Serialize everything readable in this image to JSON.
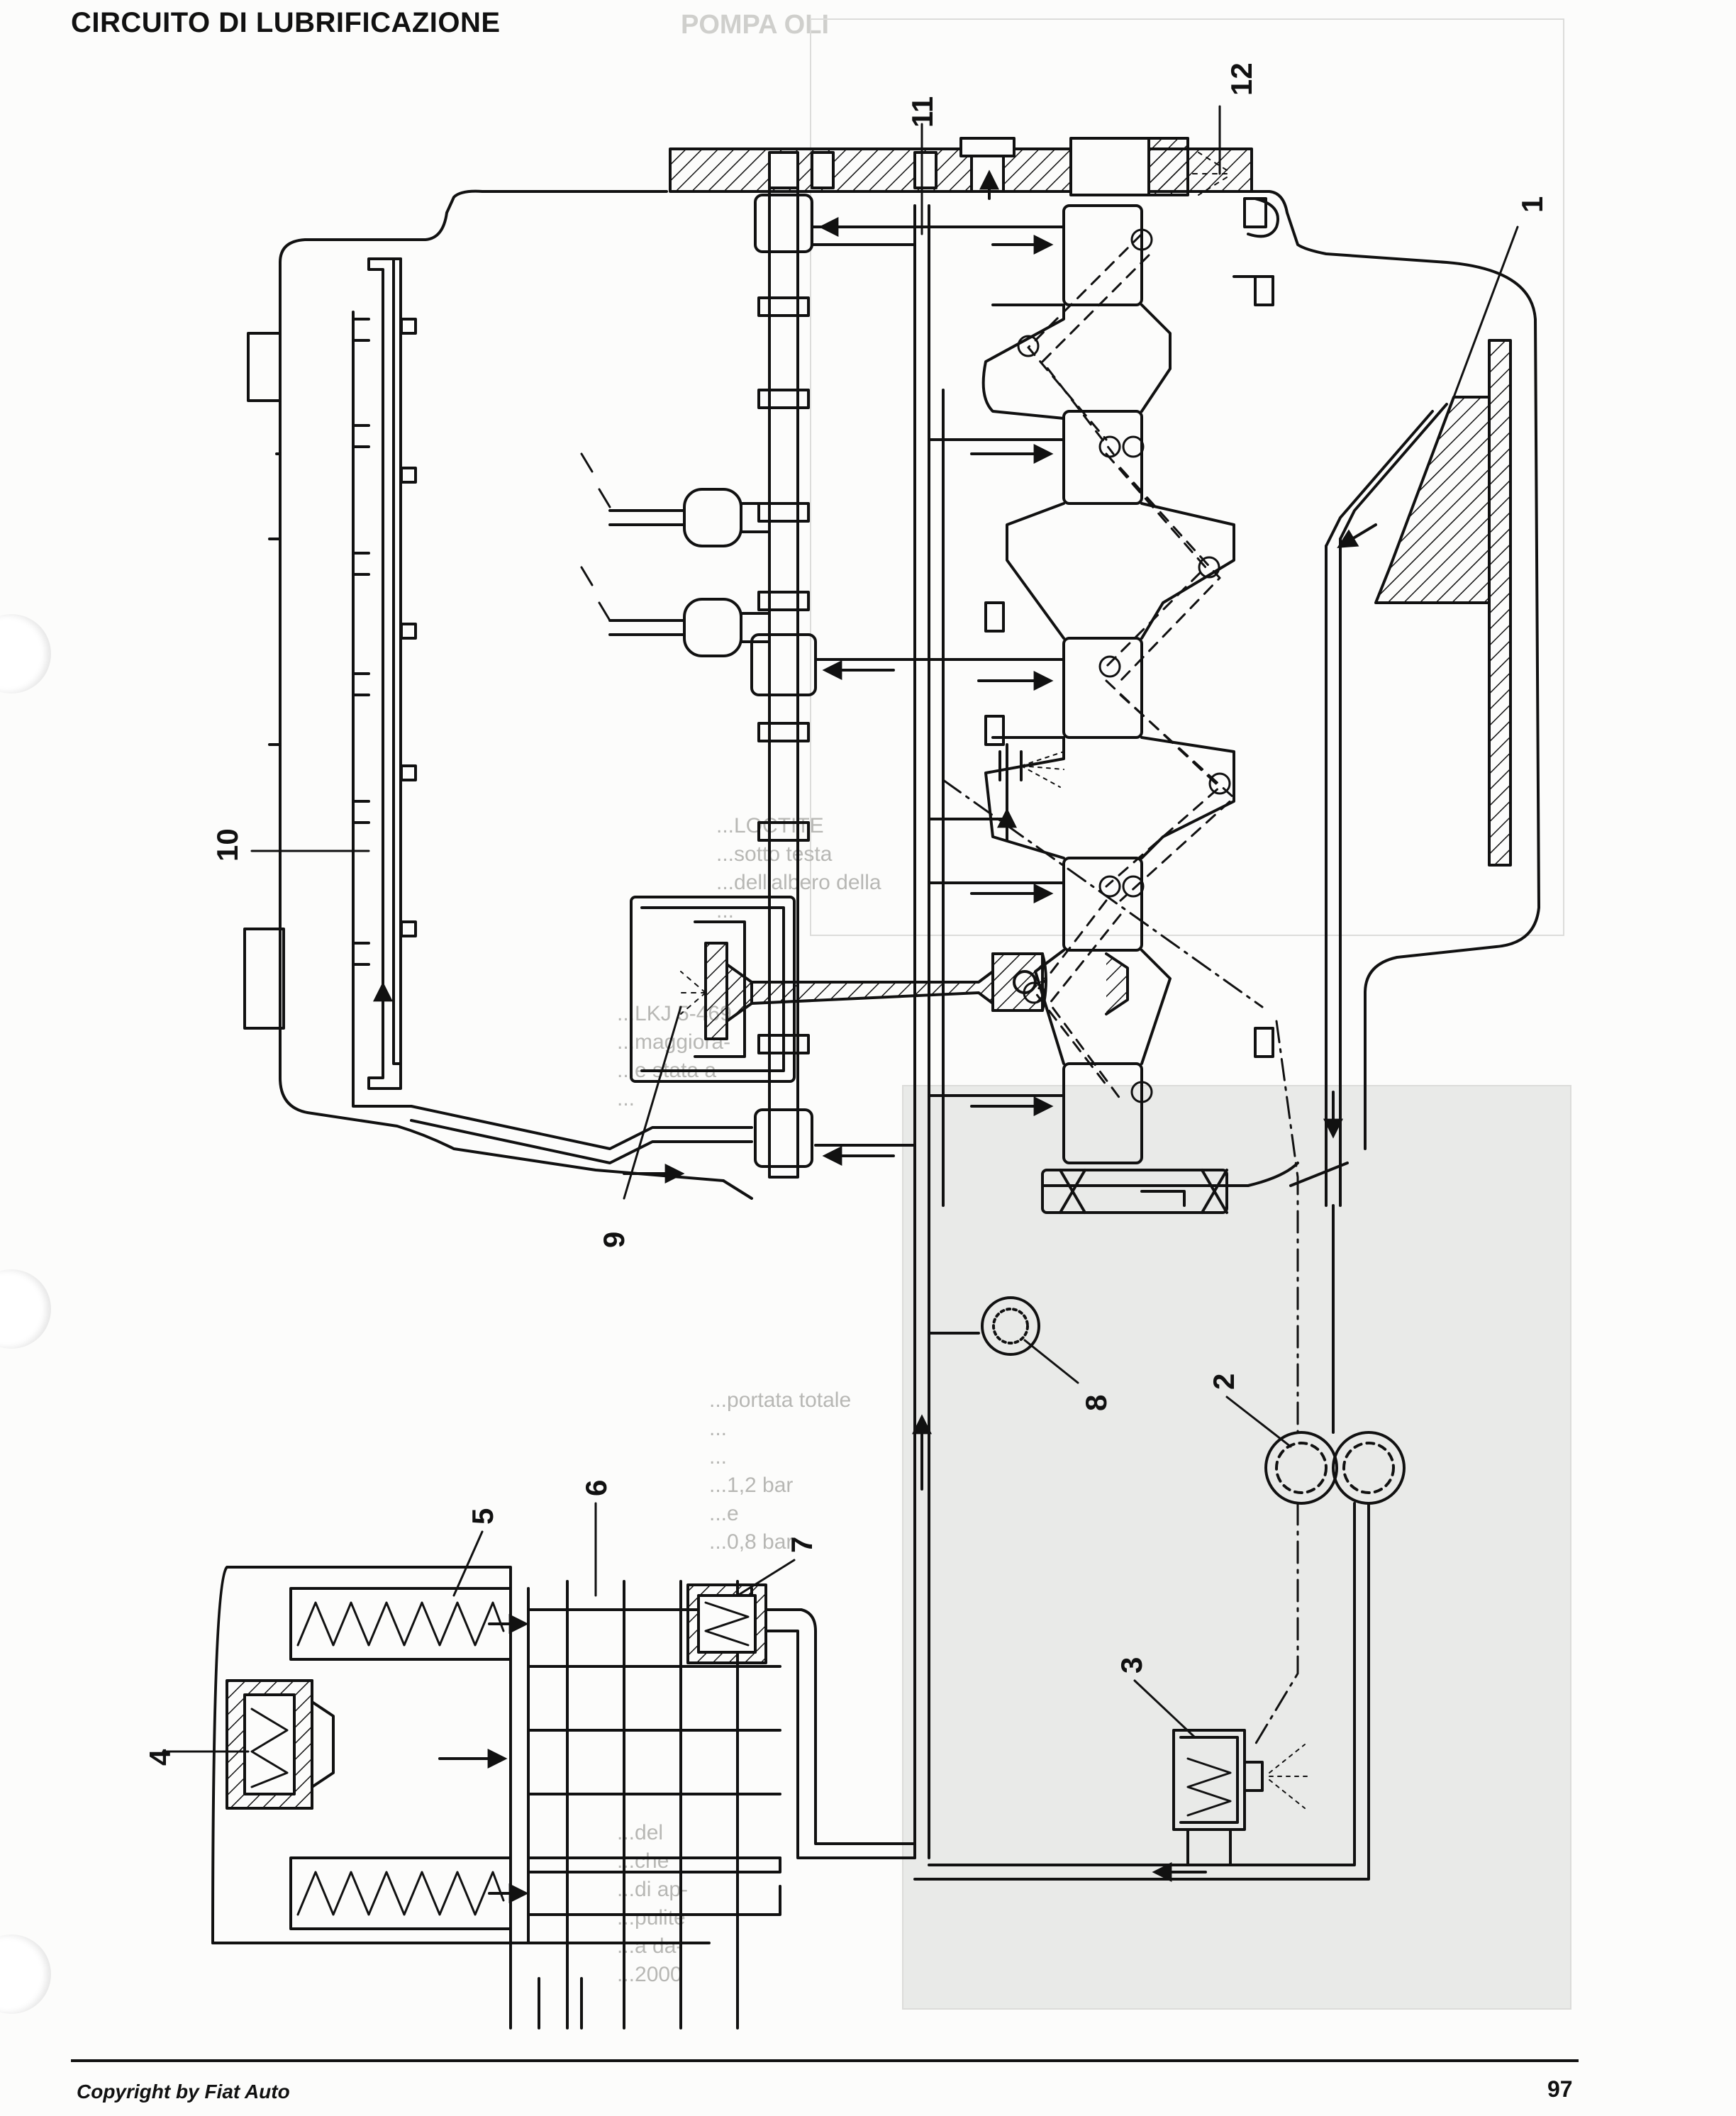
{
  "page": {
    "title": "CIRCUITO DI LUBRIFICAZIONE",
    "faint_title": "POMPA OLI",
    "copyright": "Copyright by Fiat Auto",
    "page_number": "97"
  },
  "show_through_text": [
    "...LOCTITE\n...sotto testa\n...dell'albero della\n...",
    "...LKJ 5-469\n...maggiora-\n...e stata a\n...",
    "...portata totale\n...\n...\n...1,2 bar\n...e\n...0,8 bar",
    "...del\n...che\n...di ap-\n...pulite\n...a da-\n...2000"
  ],
  "callouts": [
    "1",
    "2",
    "3",
    "4",
    "5",
    "6",
    "7",
    "8",
    "9",
    "10",
    "11",
    "12"
  ],
  "colors": {
    "ink": "#111111",
    "paper": "#fcfcfb",
    "bleed": "#e9eae8"
  }
}
